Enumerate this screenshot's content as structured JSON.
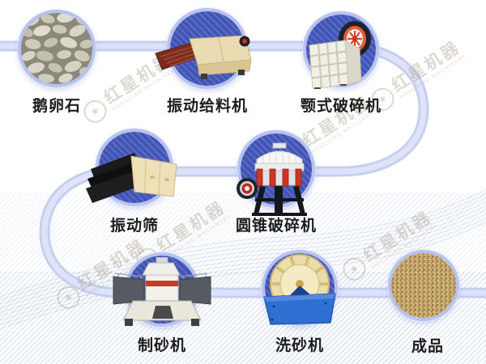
{
  "flow": {
    "steps": [
      {
        "id": "pebbles",
        "label": "鹅卵石",
        "kind": "material-photo"
      },
      {
        "id": "vibrating-feeder",
        "label": "振动给料机",
        "kind": "machine-photo"
      },
      {
        "id": "jaw-crusher",
        "label": "颚式破碎机",
        "kind": "machine-photo"
      },
      {
        "id": "vibrating-screen",
        "label": "振动筛",
        "kind": "machine-photo"
      },
      {
        "id": "cone-crusher",
        "label": "圆锥破碎机",
        "kind": "machine-photo"
      },
      {
        "id": "sand-maker",
        "label": "制砂机",
        "kind": "machine-photo"
      },
      {
        "id": "sand-washer",
        "label": "洗砂机",
        "kind": "machine-photo"
      },
      {
        "id": "finished-product",
        "label": "成品",
        "kind": "material-photo"
      }
    ]
  },
  "watermark": {
    "cn": "红星机器",
    "en": "HONGXING MACHINERY",
    "star": "★"
  },
  "colors": {
    "background": "#ffffff",
    "flow_band": "#c7cff1",
    "flow_band_inner": "#dee3f9",
    "circle_fill": "#4355b4",
    "circle_stripe": "#5c6dc7",
    "circle_ring": "#b7c3ee",
    "label_text": "#1d1d1d",
    "watermark": "#a89c8c",
    "texture_line": "#89a8d8",
    "machine_cream": "#eadbb2",
    "machine_red": "#c73a28",
    "washer_blue": "#2e6fd2",
    "sand_gold": "#c7a86a",
    "pebble_gray": "#cfccba"
  }
}
